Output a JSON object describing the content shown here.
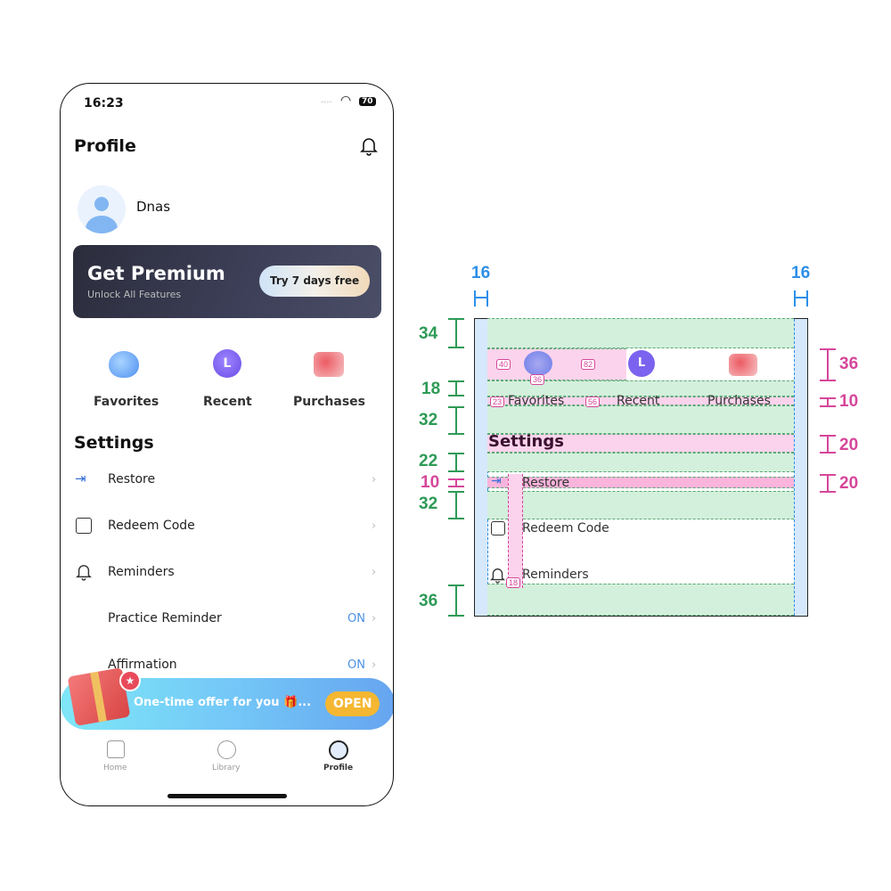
{
  "status_bar": {
    "time": "16:23",
    "battery": "70"
  },
  "header": {
    "title": "Profile"
  },
  "user": {
    "name": "Dnas"
  },
  "premium": {
    "title": "Get Premium",
    "subtitle": "Unlock All Features",
    "cta": "Try 7 days free"
  },
  "quick_actions": [
    {
      "label": "Favorites",
      "icon": "heart-icon"
    },
    {
      "label": "Recent",
      "icon": "clock-icon"
    },
    {
      "label": "Purchases",
      "icon": "purchase-icon"
    }
  ],
  "settings": {
    "title": "Settings",
    "items": [
      {
        "label": "Restore",
        "icon": "restore-icon"
      },
      {
        "label": "Redeem Code",
        "icon": "redeem-icon"
      },
      {
        "label": "Reminders",
        "icon": "bell-icon"
      },
      {
        "label": "Practice Reminder",
        "value": "ON"
      },
      {
        "label": "Affirmation",
        "value": "ON"
      }
    ]
  },
  "offer": {
    "text": "One-time offer for you 🎁...",
    "button": "OPEN"
  },
  "tabs": [
    {
      "label": "Home"
    },
    {
      "label": "Library"
    },
    {
      "label": "Profile"
    }
  ],
  "spec": {
    "padding_left": "16",
    "padding_right": "16",
    "spacing_left": [
      "34",
      "18",
      "32",
      "22",
      "10",
      "32",
      "36"
    ],
    "spacing_right": [
      "36",
      "10",
      "20",
      "20"
    ],
    "tags": [
      "40",
      "36",
      "82",
      "23",
      "56",
      "18"
    ],
    "labels": [
      "Favorites",
      "Recent",
      "Purchases",
      "Settings",
      "Restore",
      "Redeem Code",
      "Reminders"
    ]
  },
  "colors": {
    "accent": "#4a90e2",
    "offer_button": "#f5b731",
    "spacing_green": "#2e9a56",
    "spacing_pink": "#d6469a",
    "padding_blue": "#2d8fe8"
  }
}
